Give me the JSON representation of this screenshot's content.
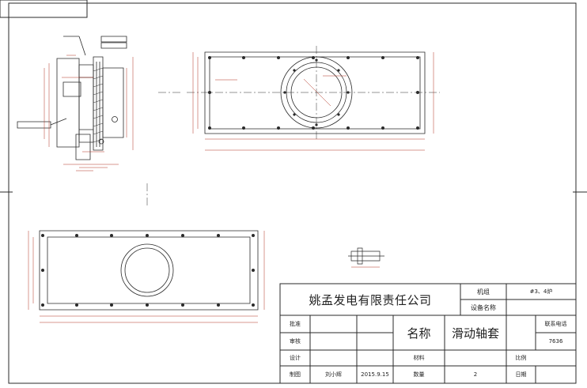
{
  "title_block": {
    "company": "姚孟发电有限责任公司",
    "machine_label": "机组",
    "machine_value": "#3、4炉",
    "equipment_label": "设备名称",
    "equipment_value": "",
    "approve_label": "批准",
    "review_label": "审核",
    "design_label": "设计",
    "draw_label": "制图",
    "drawer": "刘小辉",
    "date": "2015.9.15",
    "name_label": "名称",
    "part_name": "滑动轴套",
    "contact_label": "联系电话",
    "contact_value": "7636",
    "material_label": "材料",
    "ratio_label": "比例",
    "qty_label": "数量",
    "qty_value": "2",
    "date_label": "日期"
  },
  "colors": {
    "line": "#2a2a2a",
    "dim": "#b03020",
    "paper": "#ffffff"
  }
}
